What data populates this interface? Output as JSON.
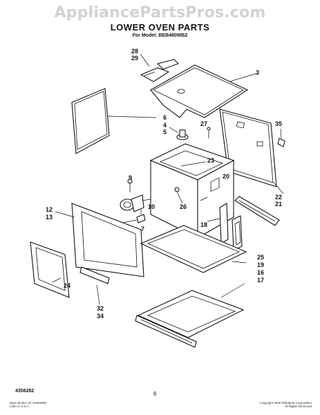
{
  "watermark": "AppliancePartsPros.com",
  "title": "LOWER OVEN PARTS",
  "model_line": "For Model: BEB480WB2",
  "callouts": {
    "c28": "28",
    "c29": "29",
    "c3": "3",
    "c6": "6",
    "c4": "4",
    "c5": "5",
    "c27": "27",
    "c35": "35",
    "c23": "23",
    "c20": "20",
    "c9": "9",
    "c22": "22",
    "c21": "21",
    "c12": "12",
    "c13": "13",
    "c10": "10",
    "c26": "26",
    "c7": "7",
    "c18": "18",
    "c25": "25",
    "c19": "19",
    "c16": "16",
    "c17": "17",
    "c24": "24",
    "c32": "32",
    "c34": "34"
  },
  "footer": {
    "part_number": "4356282",
    "page": "6",
    "left_line1": "Base Model: 4C-5460WB3",
    "left_line2": "Litho in U.S.A.",
    "right_line1": "Copyright 1990 Whirlpool Corporation",
    "right_line2": "All Rights Reserved"
  }
}
